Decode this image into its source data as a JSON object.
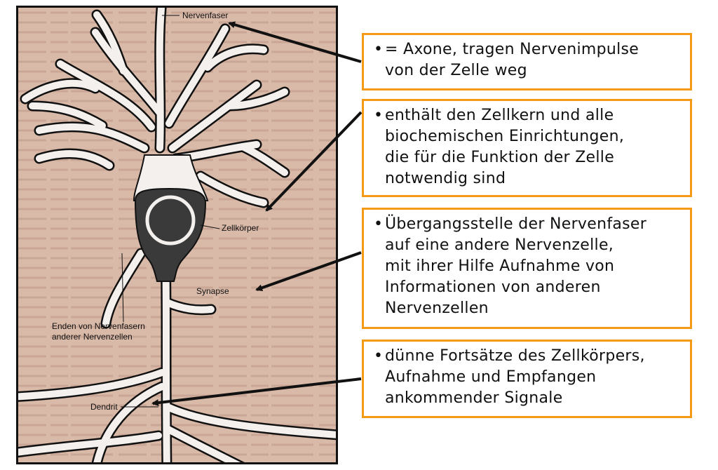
{
  "figure": {
    "labels": {
      "nervenfaser": "Nervenfaser",
      "zellkoerper": "Zellkörper",
      "synapse": "Synapse",
      "enden_line1": "Enden von Nervenfasern",
      "enden_line2": "anderer Nervenzellen",
      "dendrit": "Dendrit"
    }
  },
  "callouts": [
    {
      "bullet": "•",
      "text": "= Axone, tragen Nervenimpulse\nvon der Zelle weg"
    },
    {
      "bullet": "•",
      "text": "enthält den Zellkern und alle\nbiochemischen Einrichtungen,\ndie für die Funktion der Zelle\nnotwendig sind"
    },
    {
      "bullet": "•",
      "text": "Übergangsstelle der Nervenfaser\nauf eine andere Nervenzelle,\nmit ihrer Hilfe Aufnahme von\nInformationen von anderen\nNervenzellen"
    },
    {
      "bullet": "•",
      "text": "dünne Fortsätze des Zellkörpers,\nAufnahme und Empfangen\nankommender Signale"
    }
  ],
  "colors": {
    "callout_border": "#f59a16",
    "paper": "#d9b8a6",
    "cell_body": "#3a3a3a"
  }
}
